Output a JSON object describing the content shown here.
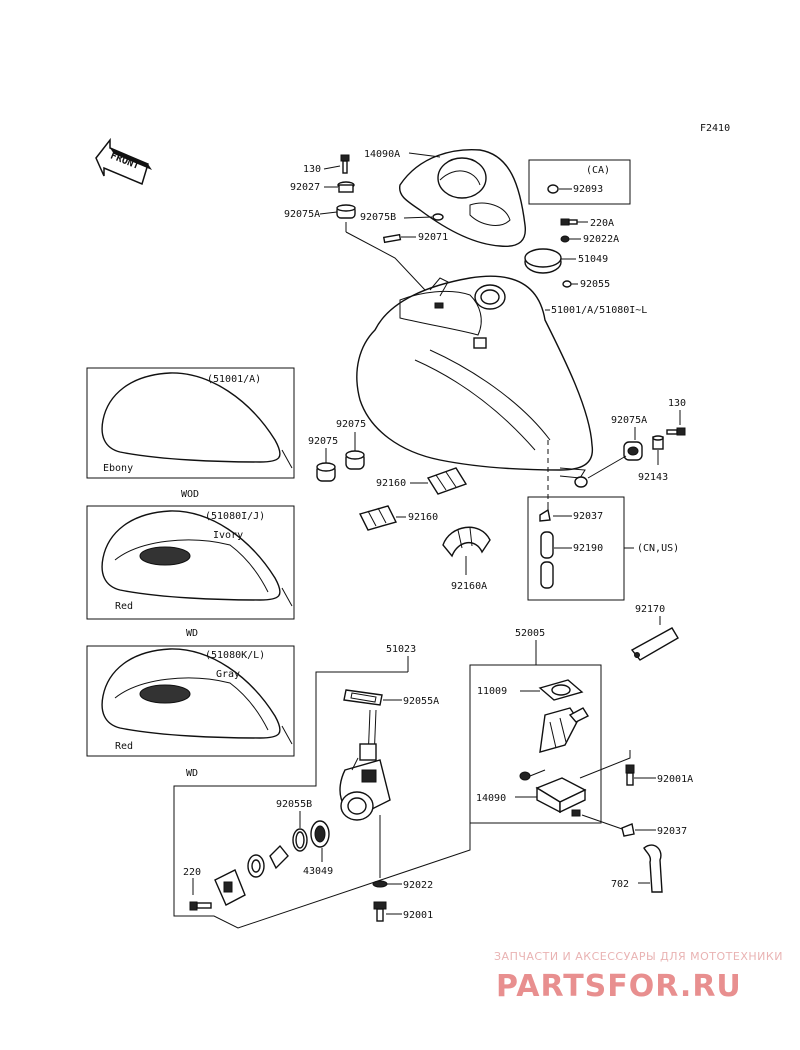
{
  "figure_id": "F2410",
  "front_label": "FRONT",
  "callouts": {
    "c130a": "130",
    "c14090A": "14090A",
    "c92027": "92027",
    "c92075A": "92075A",
    "c92075B": "92075B",
    "c92071": "92071",
    "c92093": "92093",
    "ca_label": "(CA)",
    "c220A": "220A",
    "c92022A": "92022A",
    "c51049": "51049",
    "c92055": "92055",
    "c51001": "51001/A/51080I~L",
    "c92075_2": "92075",
    "c92075_3": "92075",
    "c92075A_2": "92075A",
    "c130b": "130",
    "c92143": "92143",
    "c92160a": "92160",
    "c92160b": "92160",
    "c92160A": "92160A",
    "c92037a": "92037",
    "c92190": "92190",
    "cn_us": "(CN,US)",
    "c92170": "92170",
    "c51023": "51023",
    "c92055A": "92055A",
    "c52005": "52005",
    "c11009": "11009",
    "c92001A": "92001A",
    "c14090": "14090",
    "c92037b": "92037",
    "c702": "702",
    "c92055B": "92055B",
    "c43049": "43049",
    "c220": "220",
    "c92022": "92022",
    "c92001": "92001"
  },
  "variants": [
    {
      "code": "(51001/A)",
      "color1": "Ebony",
      "color2": "",
      "market": "WOD"
    },
    {
      "code": "(51080I/J)",
      "color1": "Ivory",
      "color2": "Red",
      "market": "WD"
    },
    {
      "code": "(51080K/L)",
      "color1": "Gray",
      "color2": "Red",
      "market": "WD"
    }
  ],
  "watermark": {
    "tagline": "ЗАПЧАСТИ И АКСЕССУАРЫ ДЛЯ МОТОТЕХНИКИ",
    "brand": "PARTSFOR.RU",
    "color": "#e88f8f"
  }
}
